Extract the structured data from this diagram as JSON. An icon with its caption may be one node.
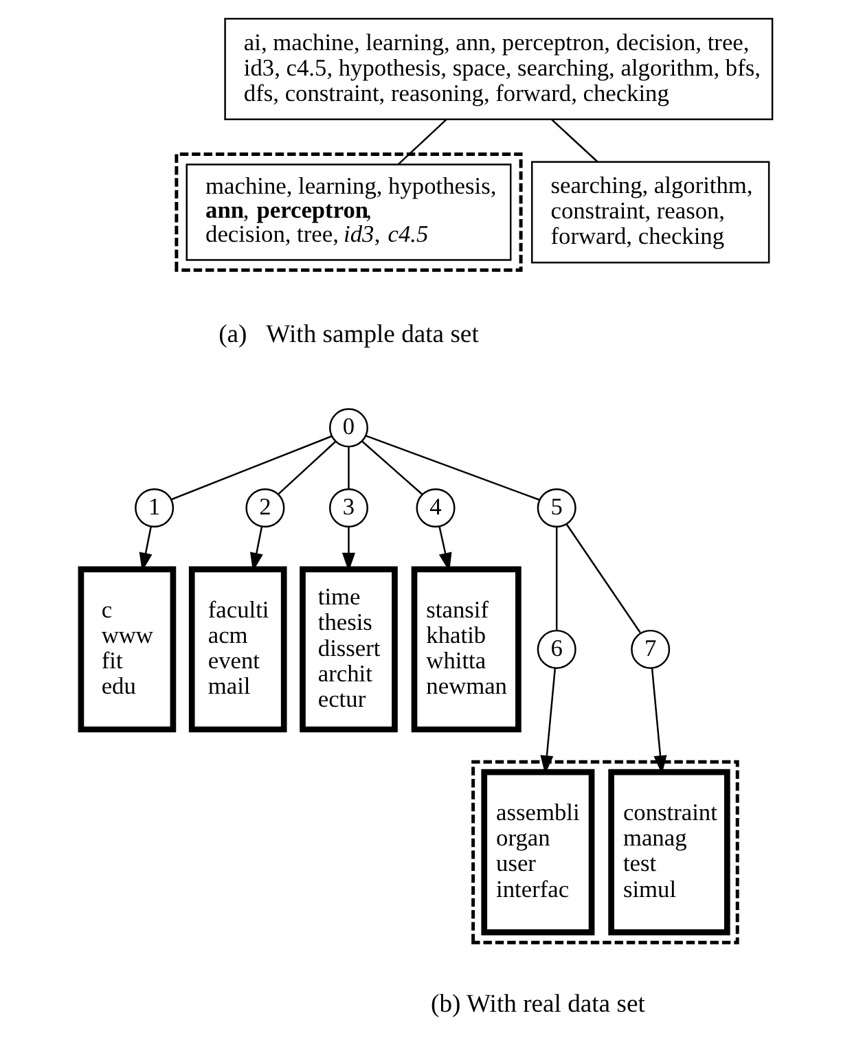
{
  "diagram": {
    "nodes": [
      {
        "text": [
          "ai, machine, learning, ann, perceptron, decision, tree, id3, c4.5, hypothesis, space, searching, algorithm, bfs, dfs, constraint, reasoning, forward, checking"
        ]
      },
      {
        "text": [],
        "shape": "box"
      },
      {
        "text": [
          "machine, learning, hypothesis, **ann**, **perceptron**, decision, tree, *id3*, *c4.5*"
        ],
        "in": 1
      },
      {
        "text": [
          "searching, algorithm, constraint, reason, forward, checking"
        ]
      },
      {
        "text": [
          "0"
        ]
      },
      {
        "text": [
          "1"
        ]
      },
      {
        "text": [
          "2"
        ]
      },
      {
        "text": [
          "3"
        ]
      },
      {
        "text": [
          "4"
        ]
      },
      {
        "text": [
          "5"
        ]
      },
      {
        "text": [
          "6"
        ]
      },
      {
        "text": [
          "7"
        ]
      },
      {
        "text": [
          "c",
          "www",
          "fit",
          "edu"
        ]
      },
      {
        "text": [
          "faculti",
          "acm",
          "event",
          "mail"
        ]
      },
      {
        "text": [
          "time",
          "thesis",
          "dissert",
          "archit",
          "ectur"
        ]
      },
      {
        "text": [
          "stansif",
          "khatib",
          "whitta",
          "newman"
        ]
      },
      {
        "text": [],
        "shape": "box"
      },
      {
        "text": [
          "assembli",
          "organ",
          "user",
          "interfac"
        ],
        "in": 16
      },
      {
        "text": [
          "constraint",
          "manag",
          "test",
          "simul"
        ],
        "in": 16
      }
    ],
    "edges": [
      {
        "from": 0,
        "to": 2,
        "arrow": "none"
      },
      {
        "from": 0,
        "to": 3,
        "arrow": "none"
      },
      {
        "from": 4,
        "to": 5,
        "arrow": "none"
      },
      {
        "from": 4,
        "to": 6,
        "arrow": "none"
      },
      {
        "from": 4,
        "to": 7,
        "arrow": "none"
      },
      {
        "from": 4,
        "to": 8,
        "arrow": "none"
      },
      {
        "from": 4,
        "to": 9,
        "arrow": "none"
      },
      {
        "from": 9,
        "to": 10,
        "arrow": "none"
      },
      {
        "from": 9,
        "to": 11,
        "arrow": "none"
      },
      {
        "from": 5,
        "to": 12,
        "arrow": "to"
      },
      {
        "from": 6,
        "to": 13,
        "arrow": "to"
      },
      {
        "from": 7,
        "to": 14,
        "arrow": "to"
      },
      {
        "from": 8,
        "to": 15,
        "arrow": "to"
      },
      {
        "from": 10,
        "to": 17,
        "arrow": "to"
      },
      {
        "from": 11,
        "to": 18,
        "arrow": "to"
      }
    ],
    "labels": [
      "(a)   With sample data set",
      "(b) With real data set"
    ]
  }
}
